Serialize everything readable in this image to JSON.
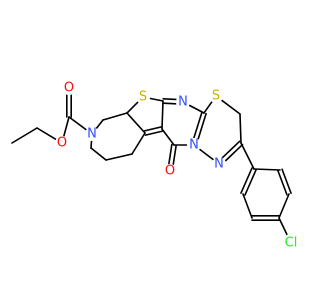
{
  "molecule": {
    "atoms": [
      {
        "id": "O_ester_dbl",
        "text": "O",
        "color": "#ff0d0d"
      },
      {
        "id": "O_ester",
        "text": "O",
        "color": "#ff0d0d"
      },
      {
        "id": "N_ring1",
        "text": "N",
        "color": "#3050f8"
      },
      {
        "id": "S_thio",
        "text": "S",
        "color": "#c8b400"
      },
      {
        "id": "N_pyr",
        "text": "N",
        "color": "#3050f8"
      },
      {
        "id": "S_thiadiazine",
        "text": "S",
        "color": "#c8b400"
      },
      {
        "id": "N_bridge",
        "text": "N",
        "color": "#3050f8"
      },
      {
        "id": "N_azo",
        "text": "N",
        "color": "#3050f8"
      },
      {
        "id": "O_carbonyl",
        "text": "O",
        "color": "#ff0d0d"
      },
      {
        "id": "Cl",
        "text": "Cl",
        "color": "#1ff01f"
      }
    ]
  }
}
